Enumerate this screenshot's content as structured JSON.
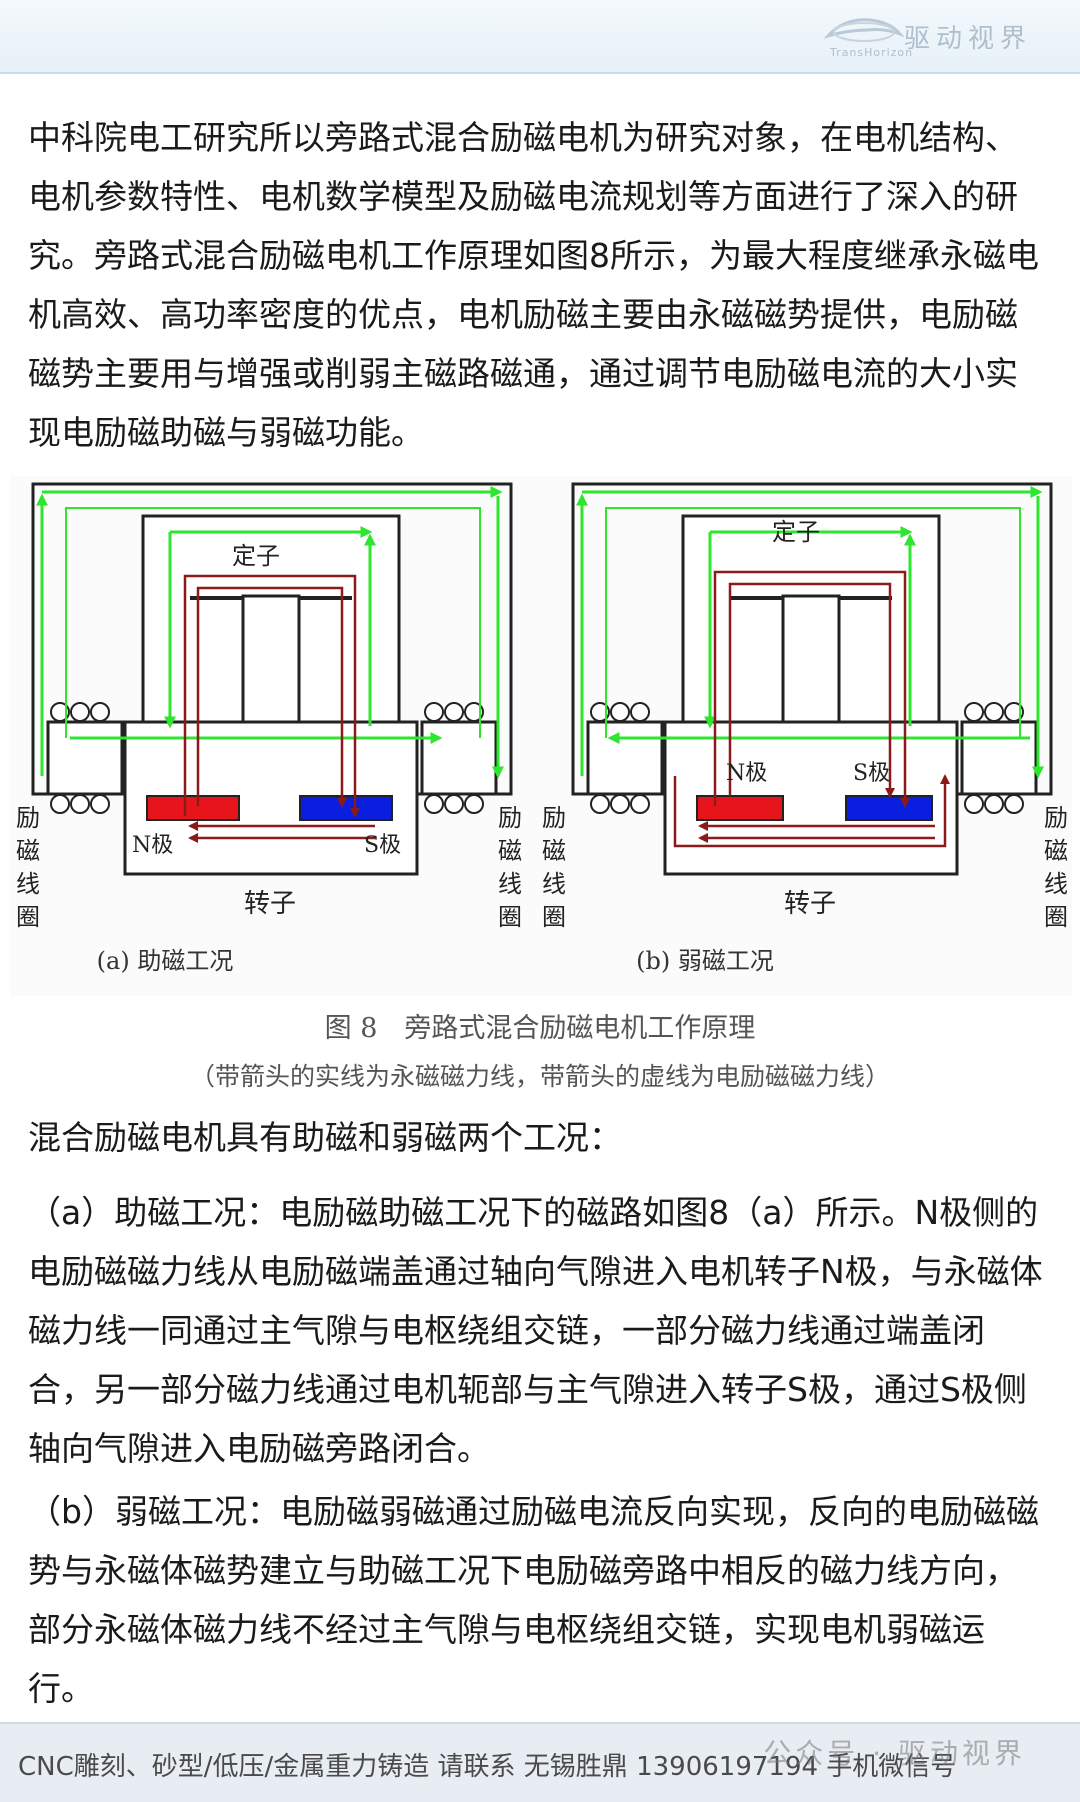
{
  "header": {
    "logo_name": "驱动视界",
    "logo_sub": "TransHorizon"
  },
  "paragraphs": {
    "p1": "中科院电工研究所以旁路式混合励磁电机为研究对象，在电机结构、电机参数特性、电机数学模型及励磁电流规划等方面进行了深入的研究。旁路式混合励磁电机工作原理如图8所示，为最大程度继承永磁电机高效、高功率密度的优点，电机励磁主要由永磁磁势提供，电励磁磁势主要用与增强或削弱主磁路磁通，通过调节电励磁电流的大小实现电励磁助磁与弱磁功能。",
    "p2": "混合励磁电机具有助磁和弱磁两个工况：",
    "p3": "（a）助磁工况：电励磁助磁工况下的磁路如图8（a）所示。N极侧的电励磁磁力线从电励磁端盖通过轴向气隙进入电机转子N极，与永磁体磁力线一同通过主气隙与电枢绕组交链，一部分磁力线通过端盖闭合，另一部分磁力线通过电机轭部与主气隙进入转子S极，通过S极侧轴向气隙进入电励磁旁路闭合。",
    "p4": "（b）弱磁工况：电励磁弱磁通过励磁电流反向实现，反向的电励磁磁势与永磁体磁势建立与助磁工况下电励磁旁路中相反的磁力线方向，部分永磁体磁力线不经过主气隙与电枢绕组交链，实现电机弱磁运行。"
  },
  "figure": {
    "stator": "定子",
    "rotor": "转子",
    "n_pole": "N极",
    "s_pole": "S极",
    "coil_1": "励",
    "coil_2": "磁",
    "coil_3": "线",
    "coil_4": "圈",
    "sub_a": "(a) 助磁工况",
    "sub_b": "(b) 弱磁工况",
    "caption": "图 8　旁路式混合励磁电机工作原理",
    "note": "（带箭头的实线为永磁磁力线，带箭头的虚线为电励磁磁力线）",
    "colors": {
      "n_pole": "#e8141c",
      "s_pole": "#0a1ee0",
      "green_flux": "#2ee62e",
      "red_flux": "#8b1a1a"
    }
  },
  "footer": {
    "ad": "CNC雕刻、砂型/低压/金属重力铸造 请联系 无锡胜鼎 13906197194 手机微信号",
    "watermark": "公众号 · 驱动视界"
  }
}
